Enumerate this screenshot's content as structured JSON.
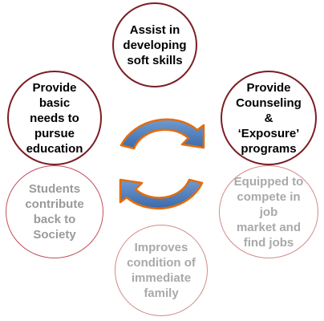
{
  "nodes": {
    "soft_skills": "Assist in\ndeveloping\nsoft skills",
    "basic_needs": "Provide basic\nneeds to\npursue\neducation",
    "counseling": "Provide\nCounseling &\n‘Exposure’\nprograms",
    "students_contribute": "Students\ncontribute\nback to\nSociety",
    "equipped": "Equipped to\ncompete in job\nmarket  and\nfind jobs",
    "improves": "Improves\ncondition of\nimmediate\nfamily"
  },
  "colors": {
    "node_border_strong": "#7b1e24",
    "node_border_faded": "#c0505a",
    "arrow_fill": "#4f81bd",
    "arrow_outline": "#e46c0a"
  }
}
